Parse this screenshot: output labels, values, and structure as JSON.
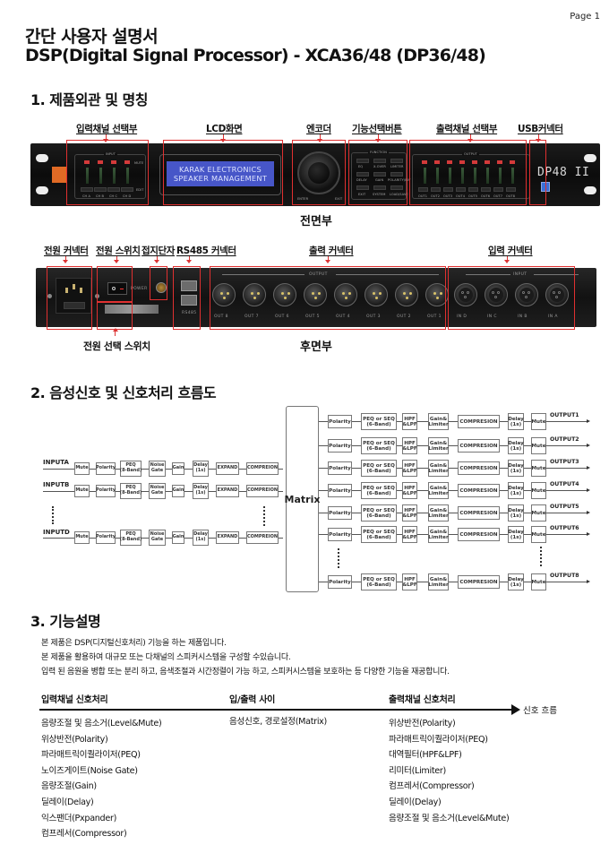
{
  "page": {
    "number_label": "Page 1"
  },
  "header": {
    "title_line1": "간단 사용자 설명서",
    "title_line2": "DSP(Digital Signal Processor) - XCA36/48 (DP36/48)"
  },
  "section1": {
    "heading": "1. 제품외관 및 명칭",
    "front": {
      "caption": "전면부",
      "callouts": [
        "입력채널 선택부",
        "LCD화면",
        "엔코더",
        "기능선택버튼",
        "출력채널 선택부",
        "USB커넥터"
      ],
      "lcd_line1": "KARAK ELECTRONICS",
      "lcd_line2": "SPEAKER MANAGEMENT",
      "model_label": "DP48 II",
      "input_panel_label": "INPUT",
      "output_panel_label": "OUTPUT",
      "function_panel_label": "FUNCTION",
      "mute_label": "MUTE",
      "edit_label": "EDIT",
      "input_channels": [
        "CH A",
        "CH B",
        "CH C",
        "CH D"
      ],
      "output_channels": [
        "OUT1",
        "OUT2",
        "OUT3",
        "OUT4",
        "OUT5",
        "OUT6",
        "OUT7",
        "OUT8"
      ],
      "function_buttons": [
        "EQ",
        "X-OVER",
        "LIMITER",
        "DELAY",
        "GAIN",
        "POLARITY/INV",
        "EXIT",
        "SYSTEM",
        "LOAD/SAVE"
      ],
      "encoder_left": "ENTER",
      "encoder_right": "EXIT"
    },
    "rear": {
      "caption": "후면부",
      "callouts": [
        "전원 커넥터",
        "전원 스위치",
        "접지단자",
        "RS485 커넥터",
        "출력 커넥터",
        "입력 커넥터"
      ],
      "bottom_callout": "전원 선택 스위치",
      "power_label": "POWER",
      "rs485_label": "RS485",
      "output_header": "OUTPUT",
      "input_header": "INPUT",
      "outputs": [
        "OUT 8",
        "OUT 7",
        "OUT 6",
        "OUT 5",
        "OUT 4",
        "OUT 3",
        "OUT 2",
        "OUT 1"
      ],
      "inputs": [
        "IN D",
        "IN C",
        "IN B",
        "IN A"
      ]
    }
  },
  "section2": {
    "heading": "2. 음성신호 및 신호처리 흐름도",
    "matrix_label": "Matrix",
    "input_chain": [
      "Mute",
      "Polarity",
      "PEQ\n(8-Band)",
      "Noise\nGate",
      "Gain",
      "Delay\n(1s)",
      "EXPAND",
      "COMPREION"
    ],
    "inputs": [
      "INPUTA",
      "INPUTB",
      "INPUTD"
    ],
    "output_chain": [
      "Polarity",
      "PEQ or SEQ\n(6-Band)",
      "HPF\n&LPF",
      "Gain&\nLimiter",
      "COMPRESION",
      "Delay\n(1s)",
      "Mute"
    ],
    "outputs": [
      "OUTPUT1",
      "OUTPUT2",
      "OUTPUT3",
      "OUTPUT4",
      "OUTPUT5",
      "OUTPUT6",
      "OUTPUT8"
    ]
  },
  "section3": {
    "heading": "3. 기능설명",
    "paragraphs": [
      "본 제품은 DSP(디지털신호처리) 기능을 하는 제품입니다.",
      "본 제품을 활용하여 대규모 또는 다채널의 스피커시스템을 구성할 수있습니다.",
      "입력 된 음원을 병합 또는 분리 하고, 음색조절과 시간정렬이 가능 하고, 스피커시스템을 보호하는 등 다양한 기능을 재공합니다."
    ],
    "columns": {
      "input": {
        "heading": "입력채널 신호처리",
        "items": [
          "음량조절 및 음소거(Level&Mute)",
          "위상반전(Polarity)",
          "파라매트릭이퀄라이저(PEQ)",
          "노이즈게이트(Noise Gate)",
          "음량조절(Gain)",
          "딜레이(Delay)",
          "익스팬더(Pxpander)",
          "컴프레서(Compressor)"
        ]
      },
      "between": {
        "heading": "입/출력 사이",
        "items": [
          "음성신호, 경로설정(Matrix)"
        ]
      },
      "output": {
        "heading": "출력채널 신호처리",
        "items": [
          "위상반전(Polarity)",
          "파라매트릭이퀄라이저(PEQ)",
          "대역필터(HPF&LPF)",
          "리미터(Limiter)",
          "컴프레서(Compressor)",
          "딜레이(Delay)",
          "음량조절 및 음소거(Level&Mute)"
        ]
      }
    },
    "flow_label": "신호 흐름"
  },
  "colors": {
    "callout_red": "#e03030",
    "lcd_blue": "#4756c8",
    "usb_blue": "#3a6fd8"
  }
}
